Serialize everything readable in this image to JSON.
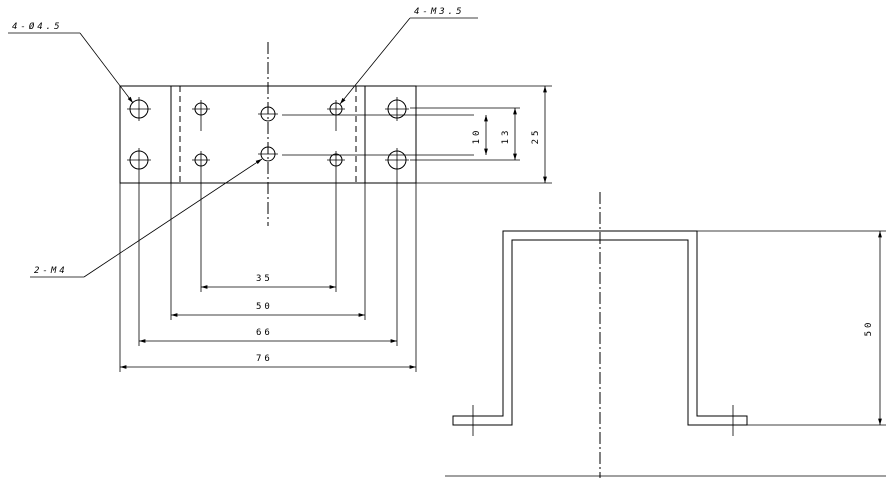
{
  "callouts": {
    "through_holes": "4-Ø4.5",
    "tapped_m35": "4-M3.5",
    "tapped_m4": "2-M4"
  },
  "dimensions": {
    "d35": "35",
    "d50": "50",
    "d66": "66",
    "d76": "76",
    "d10": "10",
    "d13": "13",
    "d25": "25",
    "height50": "50"
  }
}
